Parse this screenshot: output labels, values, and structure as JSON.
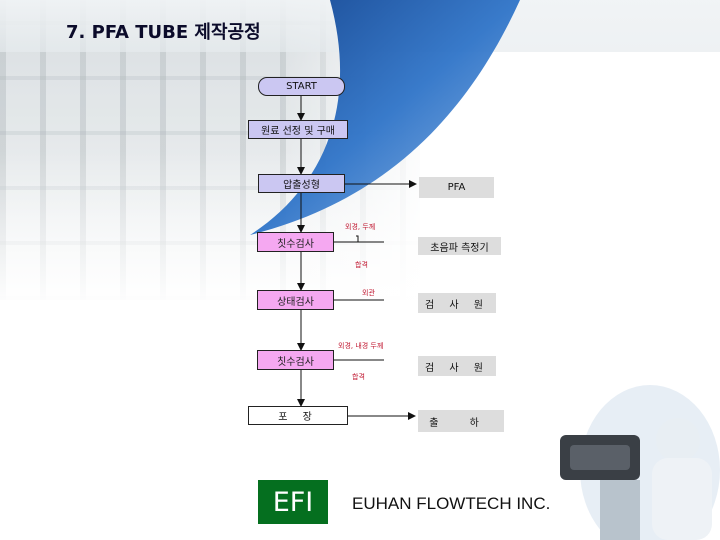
{
  "page": {
    "title": "7. PFA TUBE 제작공정"
  },
  "flow": {
    "start": "START",
    "raw_material": "원료 선정 및 구매",
    "extrusion": "압출성형",
    "pfa": "PFA",
    "dimension_check_1": "칫수검사",
    "ultrasonic": "초음파 측정기",
    "state_check": "상태검사",
    "inspector_1": "검 사 원",
    "dimension_check_2": "칫수검사",
    "inspector_2": "검 사 원",
    "packing": "포 장",
    "shipping": "출 하"
  },
  "labels": {
    "od_thickness": "외경, 두께",
    "pass_1": "합격",
    "appearance": "외관",
    "od_id_thickness": "외경, 내경 두께",
    "pass_2": "합격"
  },
  "footer": {
    "logo": "EFI",
    "company": "EUHAN FLOWTECH INC."
  },
  "colors": {
    "process_box": "#cbc7f2",
    "inspection_box": "#f5a8f1",
    "side_box": "#dddddd",
    "logo_bg": "#056f1f",
    "swoosh": "#1f5fb0"
  }
}
